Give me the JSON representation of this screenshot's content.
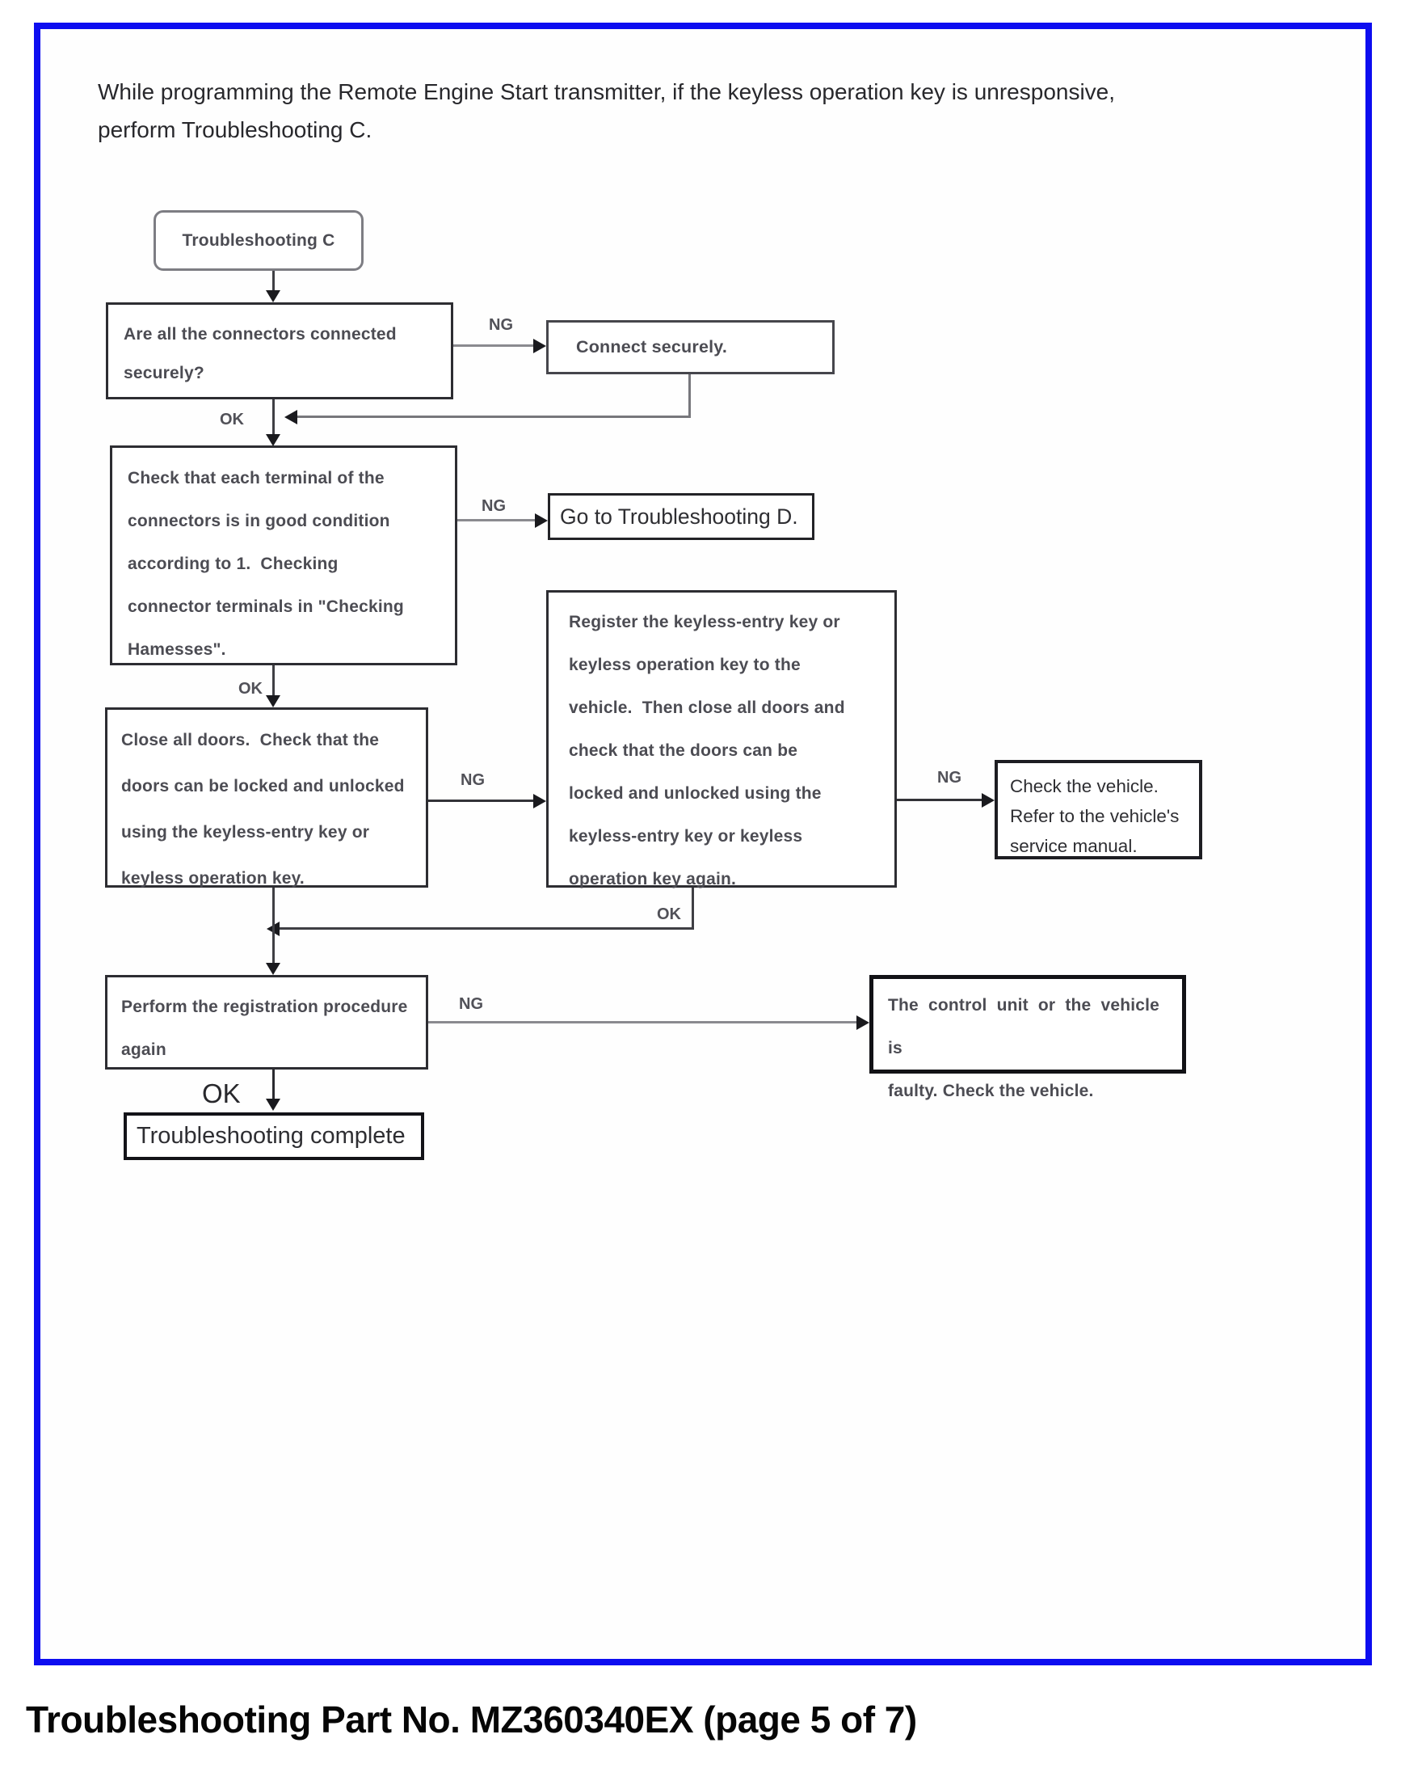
{
  "intro_lines": [
    "While programming the Remote Engine Start transmitter, if the keyless operation key is unresponsive,",
    "perform Troubleshooting C."
  ],
  "labels": {
    "ng": "NG",
    "ok": "OK"
  },
  "nodes": {
    "start": "Troubleshooting C",
    "connectors_question": [
      "Are all the connectors connected",
      "securely?"
    ],
    "connect_securely": "Connect securely.",
    "check_terminals": [
      "Check that each terminal of the",
      "connectors is in good condition",
      "according to 1.  Checking",
      "connector terminals in \"Checking",
      "Hamesses\"."
    ],
    "goto_troubleshooting_d": "Go to Troubleshooting D.",
    "close_doors_check": [
      "Close all doors.  Check that the",
      "doors can be locked and unlocked",
      "using the keyless-entry key or",
      "keyless operation key."
    ],
    "register_key": [
      "Register the keyless-entry key or",
      "keyless operation key to the",
      "vehicle.  Then close all doors and",
      "check that the doors can be",
      "locked and unlocked using the",
      "keyless-entry key or keyless",
      "operation key again."
    ],
    "check_vehicle": [
      "Check the vehicle.",
      "Refer to the vehicle's",
      "service manual."
    ],
    "perform_registration": [
      "Perform the registration procedure",
      "again"
    ],
    "control_unit_faulty": [
      "The control unit or the vehicle is",
      "faulty. Check the vehicle."
    ],
    "complete": "Troubleshooting complete"
  },
  "caption": "Troubleshooting Part No. MZ360340EX (page 5 of 7)",
  "colors": {
    "page_border": "#0d0df0"
  }
}
